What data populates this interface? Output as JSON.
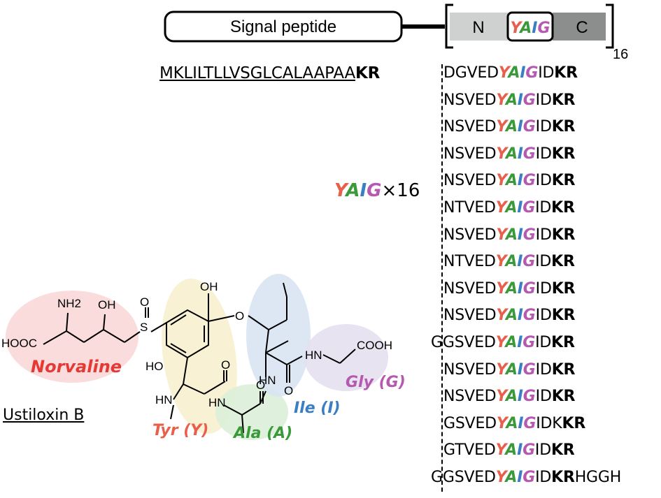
{
  "domain_structure": {
    "signal_label": "Signal peptide",
    "repeat_n": "N",
    "repeat_motif": [
      "Y",
      "A",
      "I",
      "G"
    ],
    "repeat_c": "C",
    "repeat_count": "16"
  },
  "signal_sequence": "MKLILTLLVSGLCALAAPAA",
  "repeats": [
    {
      "pre": "DGVED",
      "post": "ID",
      "kr": "KR",
      "tail": ""
    },
    {
      "pre": "NSVED",
      "post": "ID",
      "kr": "KR",
      "tail": ""
    },
    {
      "pre": "NSVED",
      "post": "ID",
      "kr": "KR",
      "tail": ""
    },
    {
      "pre": "NSVED",
      "post": "ID",
      "kr": "KR",
      "tail": ""
    },
    {
      "pre": "NSVED",
      "post": "ID",
      "kr": "KR",
      "tail": ""
    },
    {
      "pre": "NTVED",
      "post": "ID",
      "kr": "KR",
      "tail": ""
    },
    {
      "pre": "NSVED",
      "post": "ID",
      "kr": "KR",
      "tail": ""
    },
    {
      "pre": "NTVED",
      "post": "ID",
      "kr": "KR",
      "tail": ""
    },
    {
      "pre": "NSVED",
      "post": "ID",
      "kr": "KR",
      "tail": ""
    },
    {
      "pre": "NSVED",
      "post": "ID",
      "kr": "KR",
      "tail": ""
    },
    {
      "pre": "GGSVED",
      "post": "ID",
      "kr": "KR",
      "tail": ""
    },
    {
      "pre": "NSVED",
      "post": "ID",
      "kr": "KR",
      "tail": ""
    },
    {
      "pre": "NSVED",
      "post": "ID",
      "kr": "KR",
      "tail": ""
    },
    {
      "pre": "GSVED",
      "post": "IDK",
      "kr": "KR",
      "tail": ""
    },
    {
      "pre": "GTVED",
      "post": "ID",
      "kr": "KR",
      "tail": ""
    },
    {
      "pre": "GGSVED",
      "post": "ID",
      "kr": "KR",
      "tail": "HGGH"
    }
  ],
  "repeat_note": {
    "mult": "×16"
  },
  "compound_name": "Ustiloxin B",
  "residues": [
    {
      "name": "Norvaline",
      "color": "#e53935"
    },
    {
      "name": "Tyr (Y)",
      "color": "#e8604c"
    },
    {
      "name": "Ala (A)",
      "color": "#3a9a3a"
    },
    {
      "name": "Ile (I)",
      "color": "#3a7fc4"
    },
    {
      "name": "Gly (G)",
      "color": "#b659b0"
    }
  ],
  "atom_labels": {
    "oh_top": "OH",
    "nh2": "NH2",
    "oh_norv": "OH",
    "s": "S",
    "o_sulf": "O",
    "hooc": "HOOC",
    "o_ether": "O",
    "cooh": "COOH",
    "hn_gly": "HN",
    "ho_tyr": "HO",
    "hn_tyr": "HN",
    "hn_ala": "HN",
    "hn_ile": "HN",
    "o1": "O",
    "o2": "O",
    "o3": "O"
  },
  "colors": {
    "tyr": "#e8604c",
    "ala": "#3a9a3a",
    "ile": "#3a7fc4",
    "gly": "#b659b0",
    "norvaline": "#e53935"
  }
}
